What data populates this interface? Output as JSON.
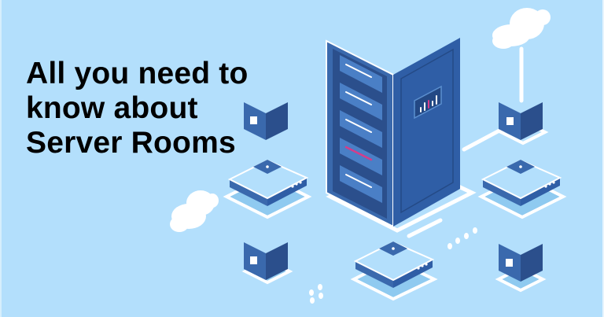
{
  "headline": {
    "line1": "All you need to",
    "line2": "know about",
    "line3": "Server Rooms"
  },
  "illustration": {
    "subject": "isometric server rack with network nodes and clouds",
    "icons": [
      "server-rack-icon",
      "cloud-icon",
      "network-node-icon",
      "router-icon"
    ]
  },
  "colors": {
    "background": "#b3dffc",
    "text": "#000000",
    "rack_dark": "#2b4f8c",
    "rack_mid": "#3a69ad",
    "rack_light": "#5b8fcf",
    "highlight": "#ffffff",
    "accent_pink": "#d63d8a"
  }
}
